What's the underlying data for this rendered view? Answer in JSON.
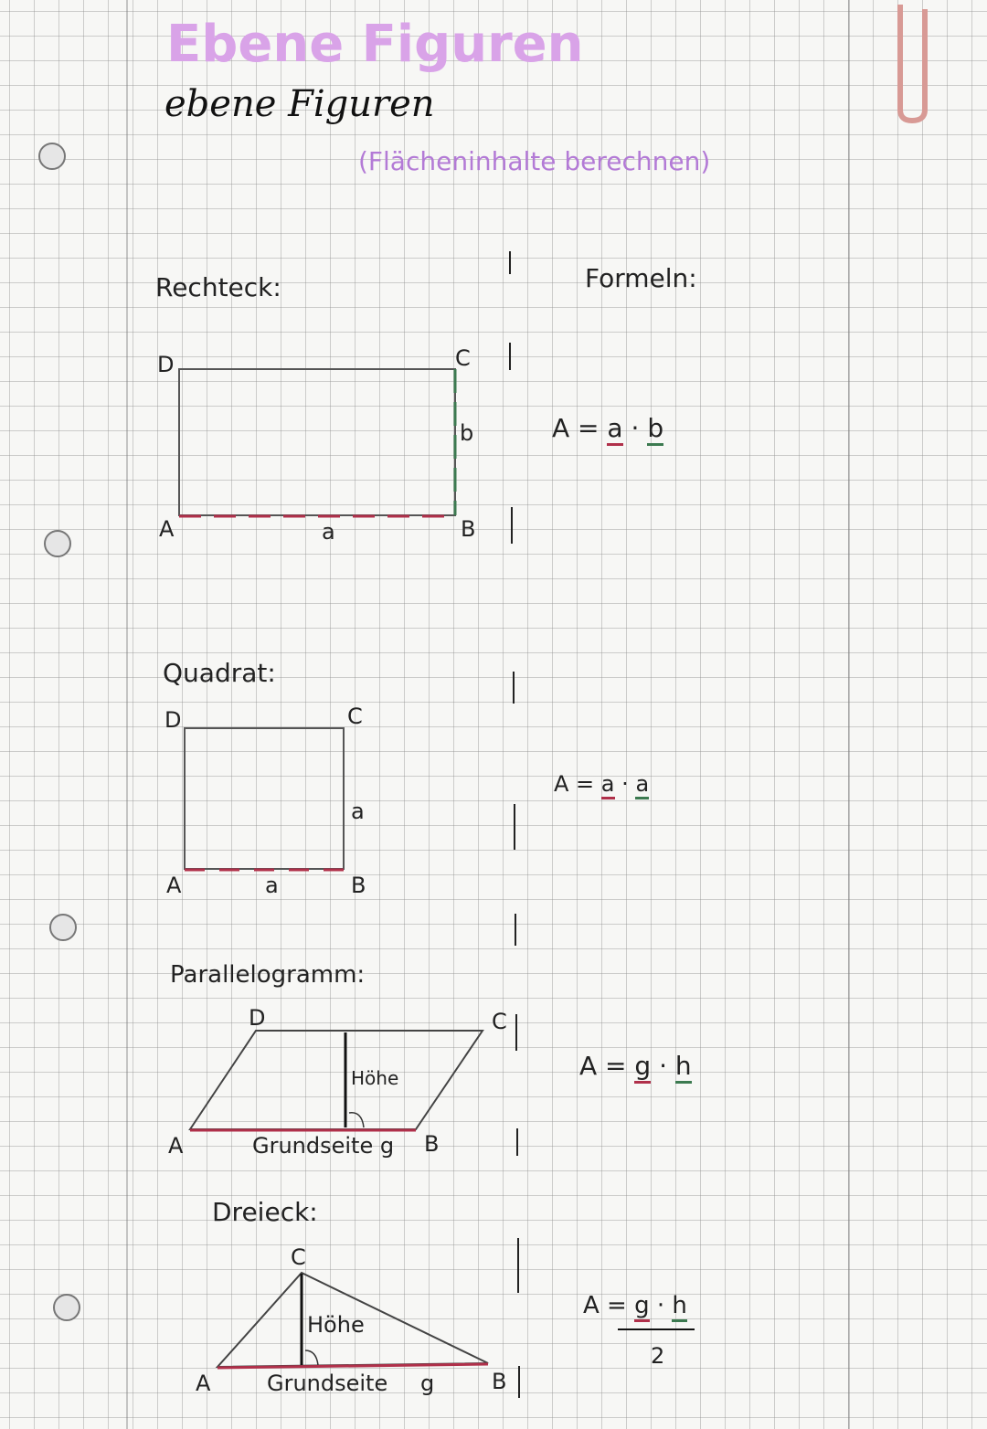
{
  "title": {
    "main": "Ebene Figuren",
    "ink": "ebene Figuren",
    "subtitle": "(Flächeninhalte berechnen)"
  },
  "formulas_heading": "Formeln:",
  "colors": {
    "title": "#d9a3e8",
    "subtitle": "#b37ad6",
    "underline_red": "#b0304a",
    "underline_green": "#3c7a50"
  },
  "sections": {
    "rechteck": {
      "heading": "Rechteck:",
      "vertices": [
        "A",
        "B",
        "C",
        "D"
      ],
      "side_a": "a",
      "side_b": "b",
      "formula": {
        "lhs": "A =",
        "t1": "a",
        "dot": "·",
        "t2": "b"
      }
    },
    "quadrat": {
      "heading": "Quadrat:",
      "vertices": [
        "A",
        "B",
        "C",
        "D"
      ],
      "side_bottom": "a",
      "side_right": "a",
      "formula": {
        "lhs": "A =",
        "t1": "a",
        "dot": "·",
        "t2": "a"
      }
    },
    "parallelogramm": {
      "heading": "Parallelogramm:",
      "vertices": [
        "A",
        "B",
        "C",
        "D"
      ],
      "height": "Höhe",
      "base": "Grundseite g",
      "formula": {
        "lhs": "A =",
        "t1": "g",
        "dot": "·",
        "t2": "h"
      }
    },
    "dreieck": {
      "heading": "Dreieck:",
      "vertices": [
        "A",
        "B",
        "C"
      ],
      "height": "Höhe",
      "base": "Grundseite",
      "base_sym": "g",
      "formula": {
        "lhs": "A =",
        "t1": "g",
        "dot": "·",
        "t2": "h",
        "denominator": "2"
      }
    }
  }
}
